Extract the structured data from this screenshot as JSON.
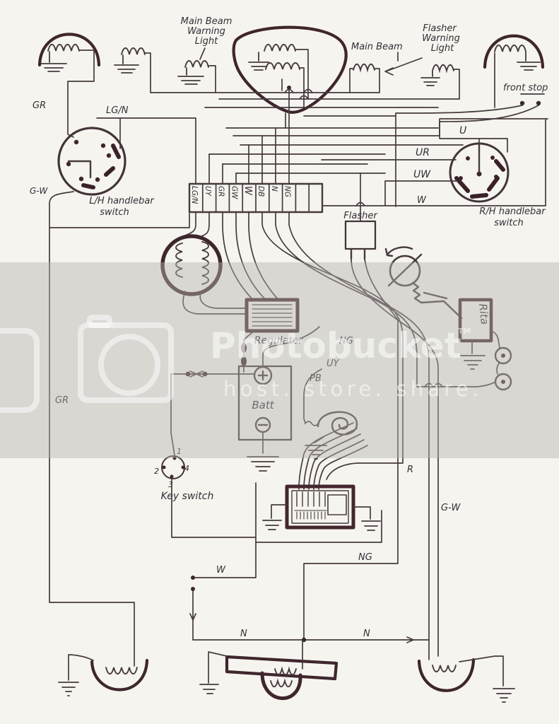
{
  "colors": {
    "paper": "#f6f4ef",
    "ink": "#463a3e",
    "ink_heavy": "#3e262d",
    "watermark_band": "#b6b3b0",
    "watermark_white": "#ffffff"
  },
  "watermark": {
    "brand": "Photobucket",
    "tm": "TM",
    "tagline": "host. store. share."
  },
  "labels": {
    "main_beam_warning_light": {
      "l1": "Main Beam",
      "l2": "Warning",
      "l3": "Light"
    },
    "flasher_warning_light": {
      "l1": "Flasher",
      "l2": "Warning",
      "l3": "Light"
    },
    "main_beam": "Main Beam",
    "front_stop": "front stop",
    "lh_switch": {
      "l1": "L/H handlebar",
      "l2": "switch"
    },
    "rh_switch": {
      "l1": "R/H handlebar",
      "l2": "switch"
    },
    "flasher": "Flasher",
    "regulator": "Regulator",
    "rita": "Rita",
    "battery": "Batt",
    "key_switch": "Key switch",
    "key_pins": {
      "p1": "1",
      "p2": "2",
      "p3": "3",
      "p4": "4"
    }
  },
  "wire_labels": {
    "gr_top": "GR",
    "lgn": "LG/N",
    "gw_top": "G-W",
    "u": "U",
    "ur": "UR",
    "uw": "UW",
    "w_right": "W",
    "gr_left": "GR",
    "ng_center": "NG",
    "uy_center": "UY",
    "pb_center": "PB",
    "r": "R",
    "gw_right": "G-W",
    "ng_lower": "NG",
    "w_lower": "W",
    "n_left": "N",
    "n_right": "N"
  },
  "connector_strip": {
    "cells": [
      "LG/N",
      "UY",
      "GR",
      "GW",
      "W",
      "DB",
      "N",
      "NG",
      "",
      ""
    ]
  }
}
